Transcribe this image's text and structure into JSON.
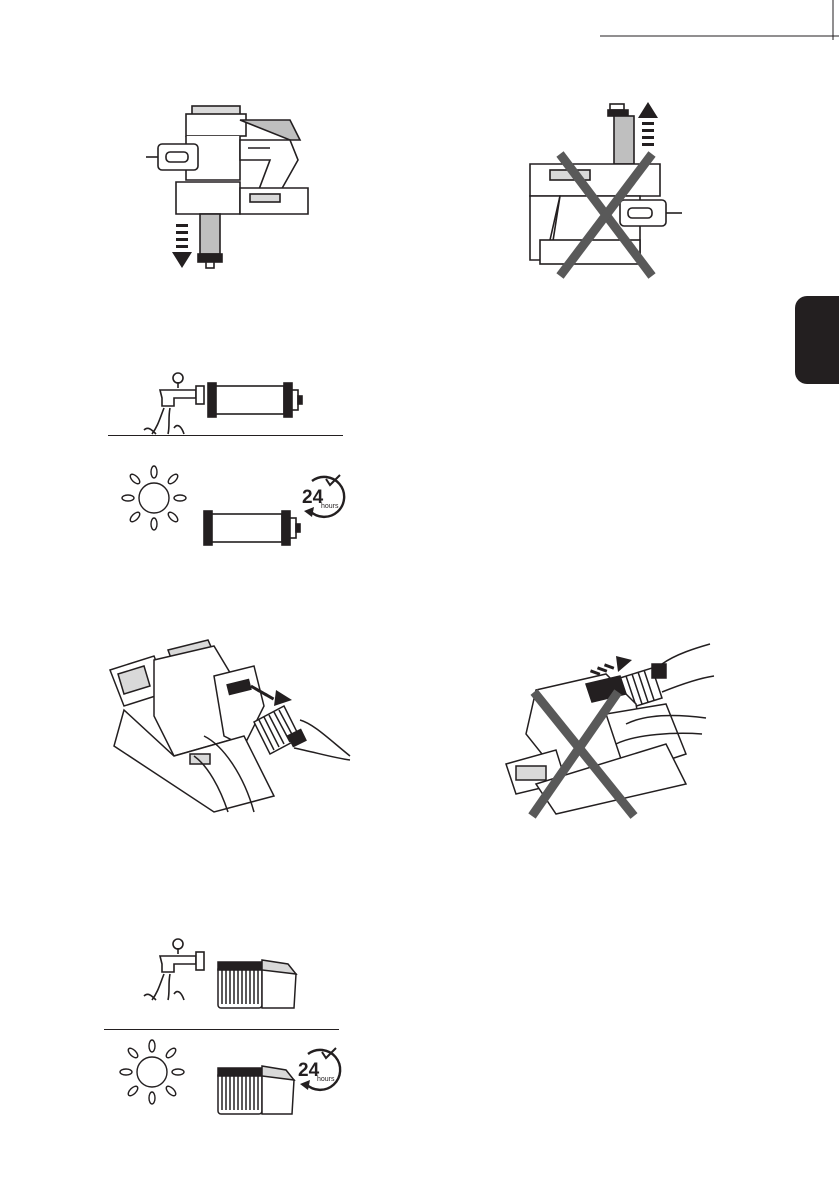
{
  "page": {
    "tab_color": "#231f20",
    "line_color": "#231f20",
    "fill_light": "#d9d9d9",
    "fill_mid": "#bfbfbf",
    "cross_color": "#595959"
  },
  "icons": {
    "timer_number": "24",
    "timer_unit": "hours"
  },
  "figures": [
    {
      "name": "remove-filter-down-correct",
      "icon": "vacuum-handheld-filter-down"
    },
    {
      "name": "remove-filter-up-wrong",
      "icon": "vacuum-handheld-filter-up-crossed"
    },
    {
      "name": "wash-cylinder-filter",
      "icon": "water-tap-cylinder-filter"
    },
    {
      "name": "dry-cylinder-filter-24h",
      "icon": "sun-cylinder-filter-timer"
    },
    {
      "name": "pull-filter-out-correct",
      "icon": "hands-pulling-filter"
    },
    {
      "name": "pull-filter-out-wrong",
      "icon": "hands-pulling-filter-crossed"
    },
    {
      "name": "wash-hepa-filter",
      "icon": "water-tap-hepa-filter"
    },
    {
      "name": "dry-hepa-filter-24h",
      "icon": "sun-hepa-filter-timer"
    }
  ]
}
